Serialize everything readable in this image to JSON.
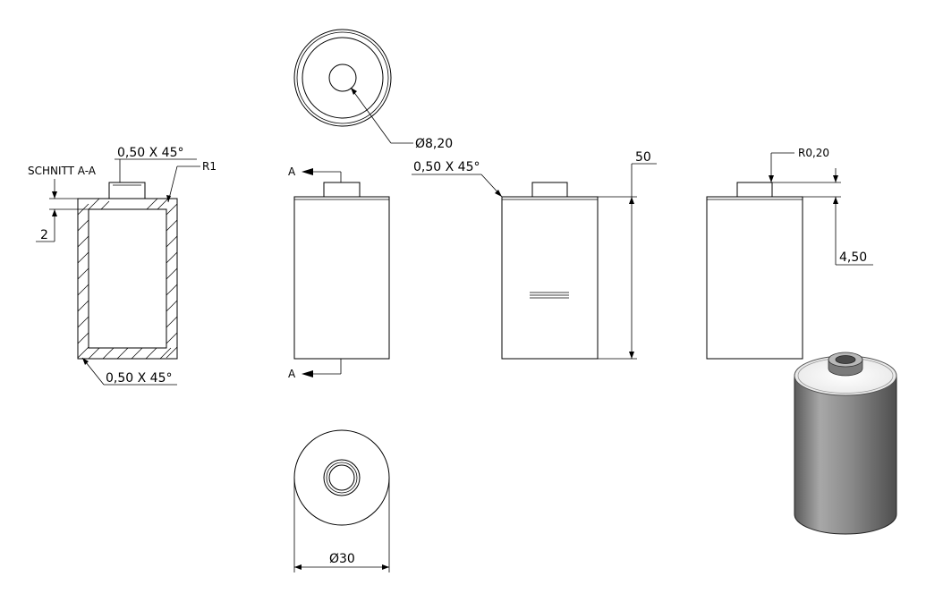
{
  "section_view": {
    "title": "SCHNITT A-A",
    "chamfer_top": "0,50 X 45°",
    "radius": "R1",
    "wall": "2",
    "chamfer_bottom": "0,50 X 45°"
  },
  "top_view": {
    "hole_diameter": "Ø8,20"
  },
  "front_view": {
    "section_marker_top": "A",
    "section_marker_bottom": "A"
  },
  "side_view": {
    "chamfer": "0,50 X 45°",
    "height": "50"
  },
  "right_view": {
    "radius": "R0,20",
    "boss_height": "4,50"
  },
  "bottom_view": {
    "diameter": "Ø30"
  },
  "colors": {
    "line": "#000000",
    "background": "#ffffff",
    "iso_body_light": "#d4d4d4",
    "iso_body_dark": "#6e6e6e"
  }
}
